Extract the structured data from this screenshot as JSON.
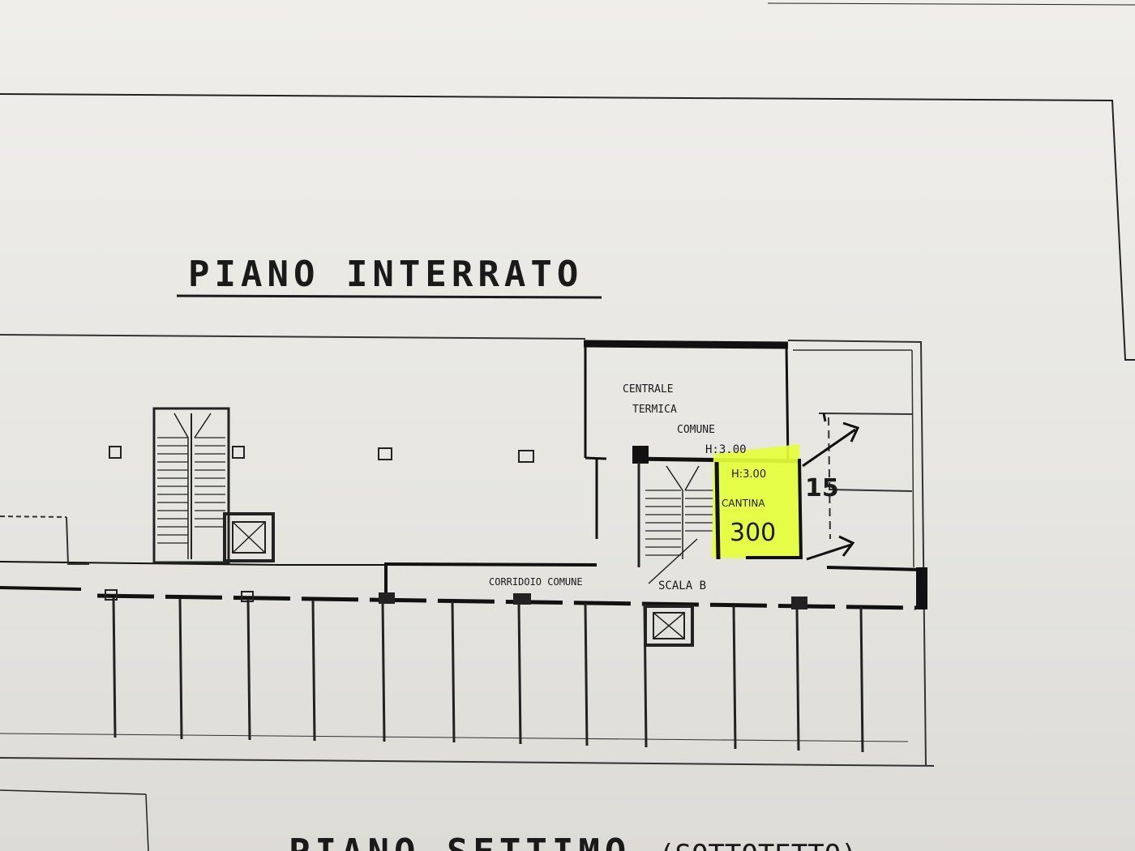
{
  "plan": {
    "title": "PIANO INTERRATO",
    "bottom_title": "PIANO SETTIMO",
    "bottom_title_suffix": "(SOTTOTETTO)"
  },
  "rooms": {
    "heating": {
      "line1": "CENTRALE",
      "line2": "TERMICA",
      "line3": "COMUNE",
      "height": "H:3.00"
    },
    "cellar": {
      "height": "H:3.00",
      "name": "CANTINA",
      "number": "300"
    },
    "corridor": "CORRIDOIO COMUNE",
    "stair": "SCALA B"
  },
  "annotations": {
    "marker": "15",
    "highlight_color": "#e6ff3a"
  }
}
